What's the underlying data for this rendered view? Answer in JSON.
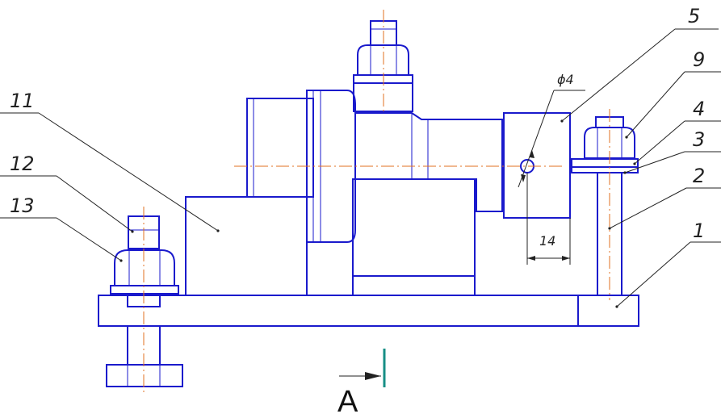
{
  "callouts": [
    {
      "id": "c1",
      "text": "1"
    },
    {
      "id": "c2",
      "text": "2"
    },
    {
      "id": "c3",
      "text": "3"
    },
    {
      "id": "c4",
      "text": "4"
    },
    {
      "id": "c5",
      "text": "5"
    },
    {
      "id": "c9",
      "text": "9"
    },
    {
      "id": "c11",
      "text": "11"
    },
    {
      "id": "c12",
      "text": "12"
    },
    {
      "id": "c13",
      "text": "13"
    }
  ],
  "dimensions": {
    "hole_diameter": "ϕ4",
    "offset": "14"
  },
  "section": {
    "label": "A"
  },
  "colors": {
    "outline": "#1a1acc",
    "axis": "#e07020",
    "cut_mark": "#178f86"
  }
}
